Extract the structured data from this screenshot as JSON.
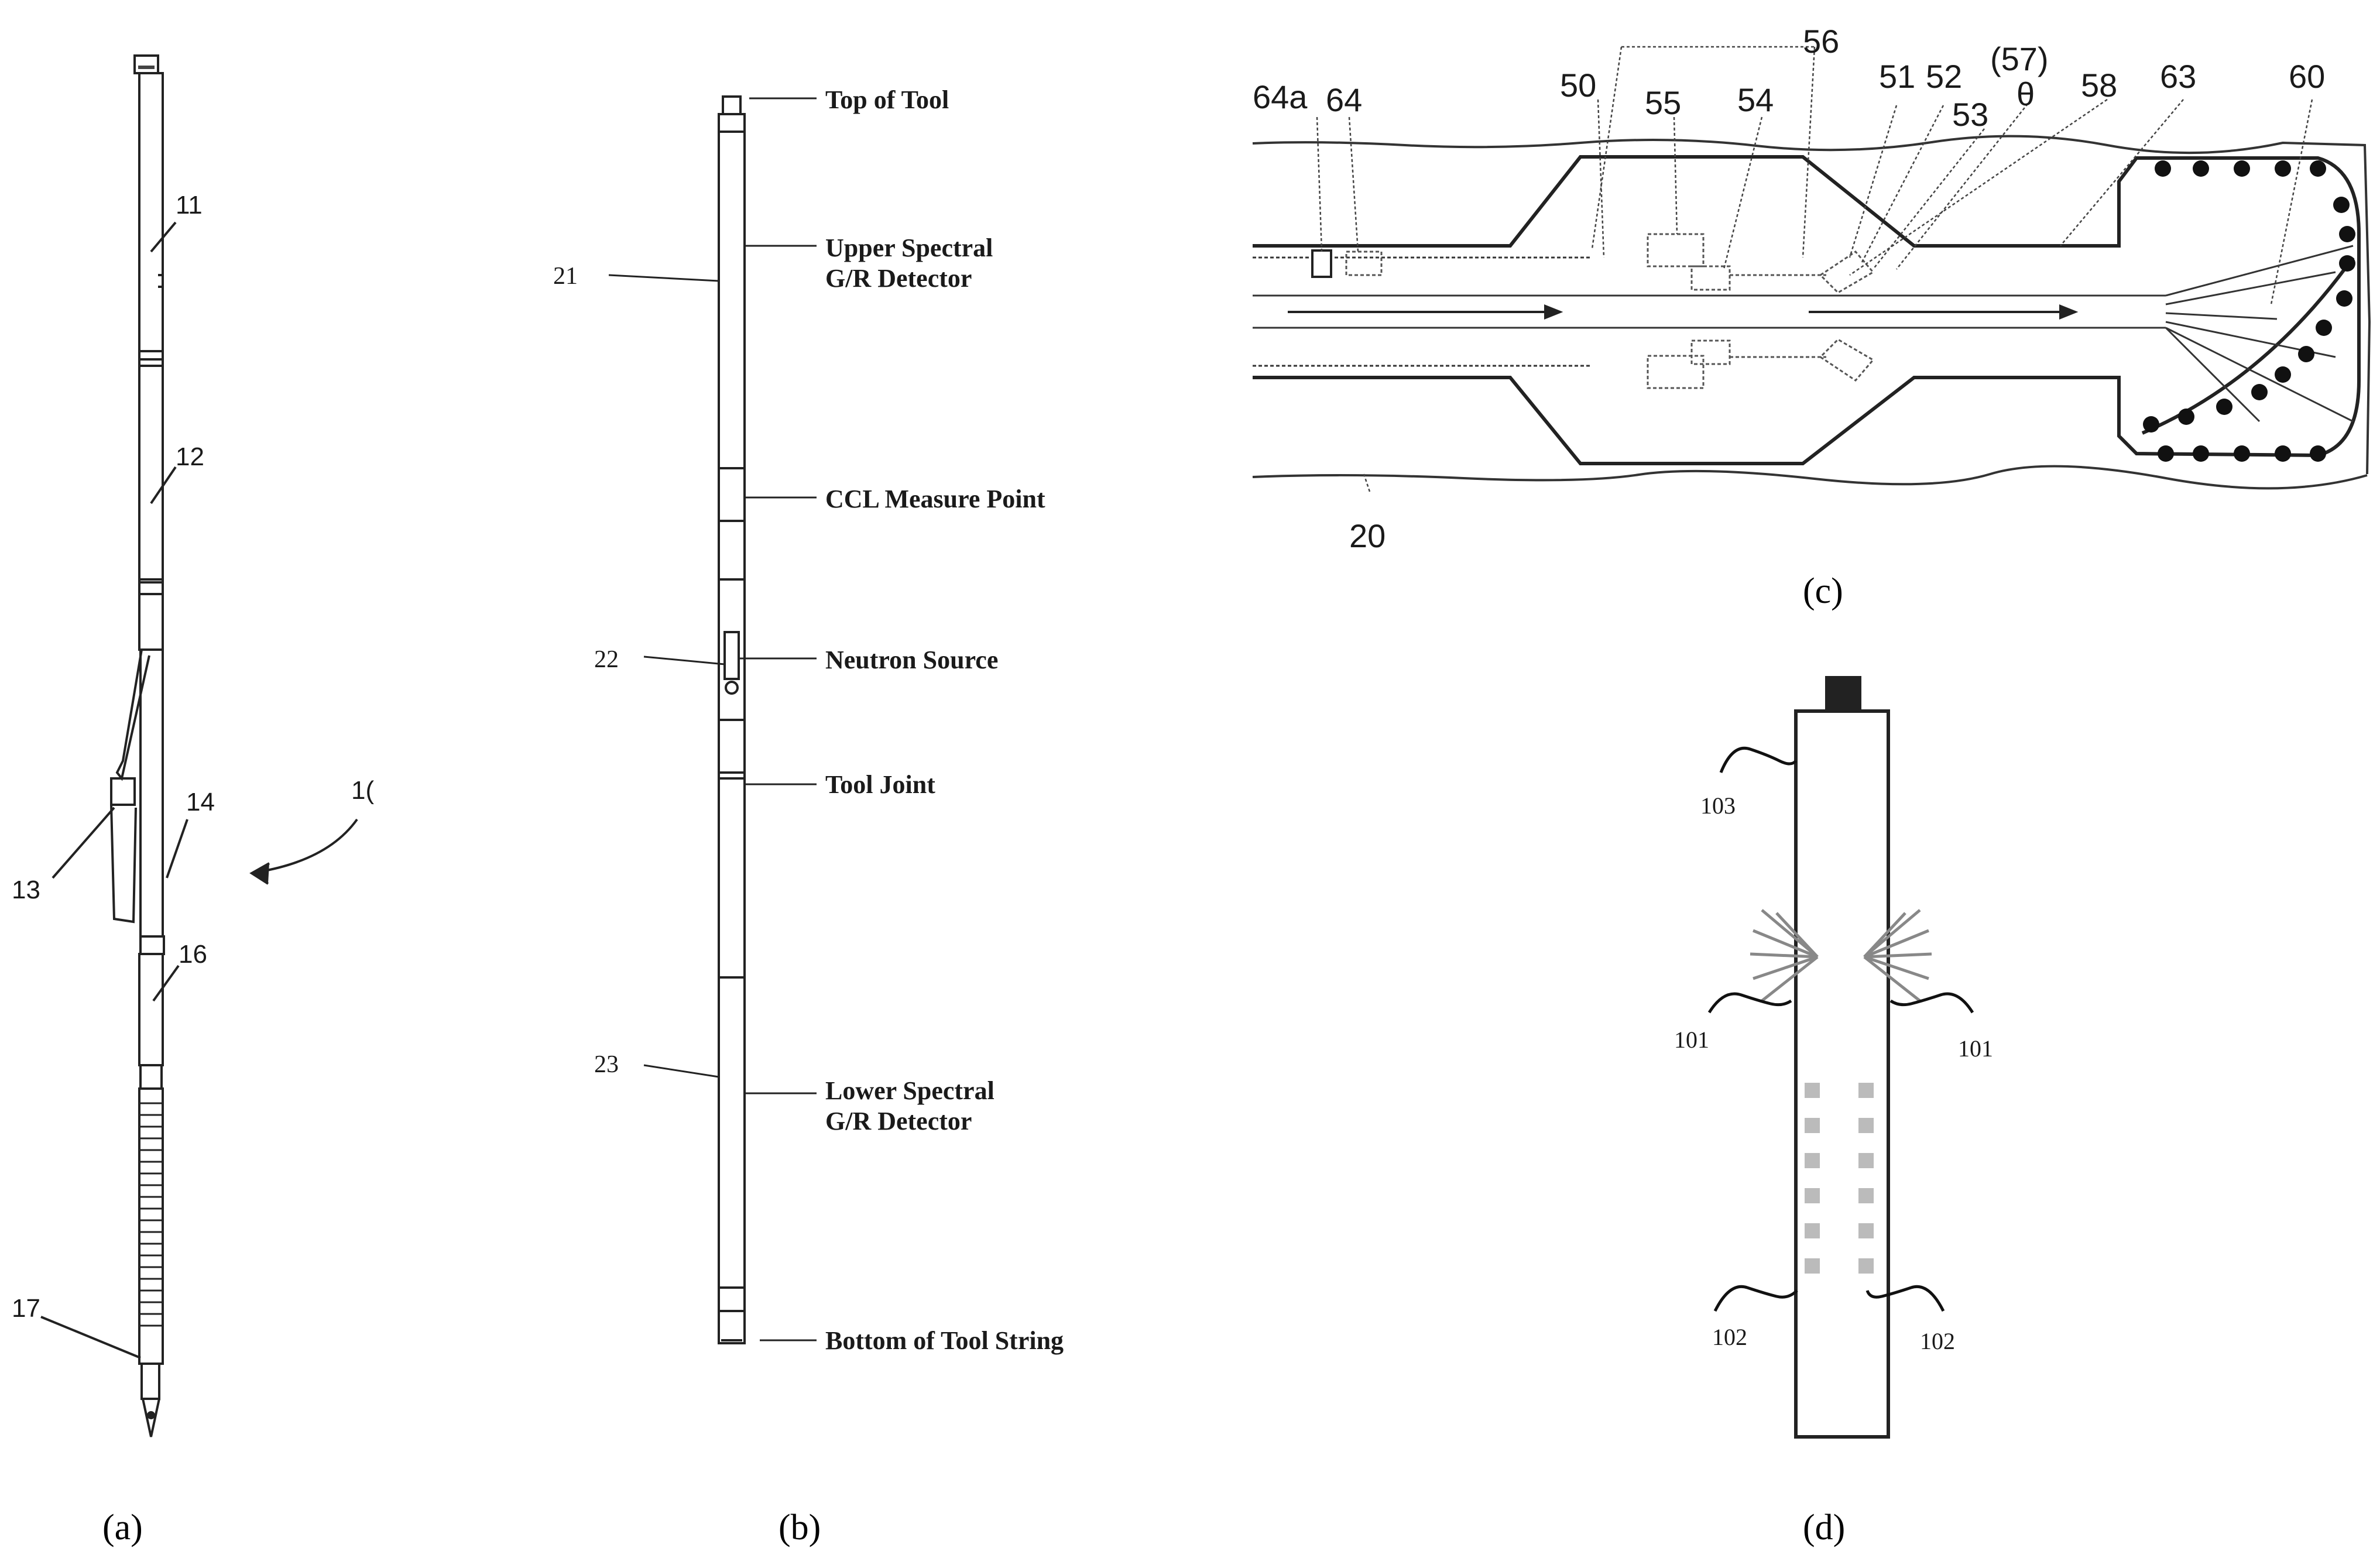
{
  "captions": {
    "a": "(a)",
    "b": "(b)",
    "c": "(c)",
    "d": "(d)"
  },
  "panel_a": {
    "labels": {
      "l11": "11",
      "l12": "12",
      "l13": "13",
      "l14": "14",
      "l16": "16",
      "l17": "17",
      "l1": "1("
    }
  },
  "panel_b": {
    "labels": {
      "top": "Top of Tool",
      "upper_line1": "Upper Spectral",
      "upper_line2": "G/R Detector",
      "ccl": "CCL Measure Point",
      "neutron": "Neutron Source",
      "joint": "Tool Joint",
      "lower_line1": "Lower Spectral",
      "lower_line2": "G/R Detector",
      "bottom": "Bottom of Tool String",
      "n21": "21",
      "n22": "22",
      "n23": "23"
    }
  },
  "panel_c": {
    "labels": {
      "l64a": "64a",
      "l64": "64",
      "l50": "50",
      "l55": "55",
      "l56": "56",
      "l54": "54",
      "l51": "51",
      "l52": "52",
      "l53": "53",
      "l57": "(57)",
      "theta": "θ",
      "l58": "58",
      "l63": "63",
      "l60": "60",
      "l20": "20"
    }
  },
  "panel_d": {
    "labels": {
      "l103": "103",
      "l101_left": "101",
      "l101_right": "101",
      "l102_left": "102",
      "l102_right": "102"
    }
  }
}
